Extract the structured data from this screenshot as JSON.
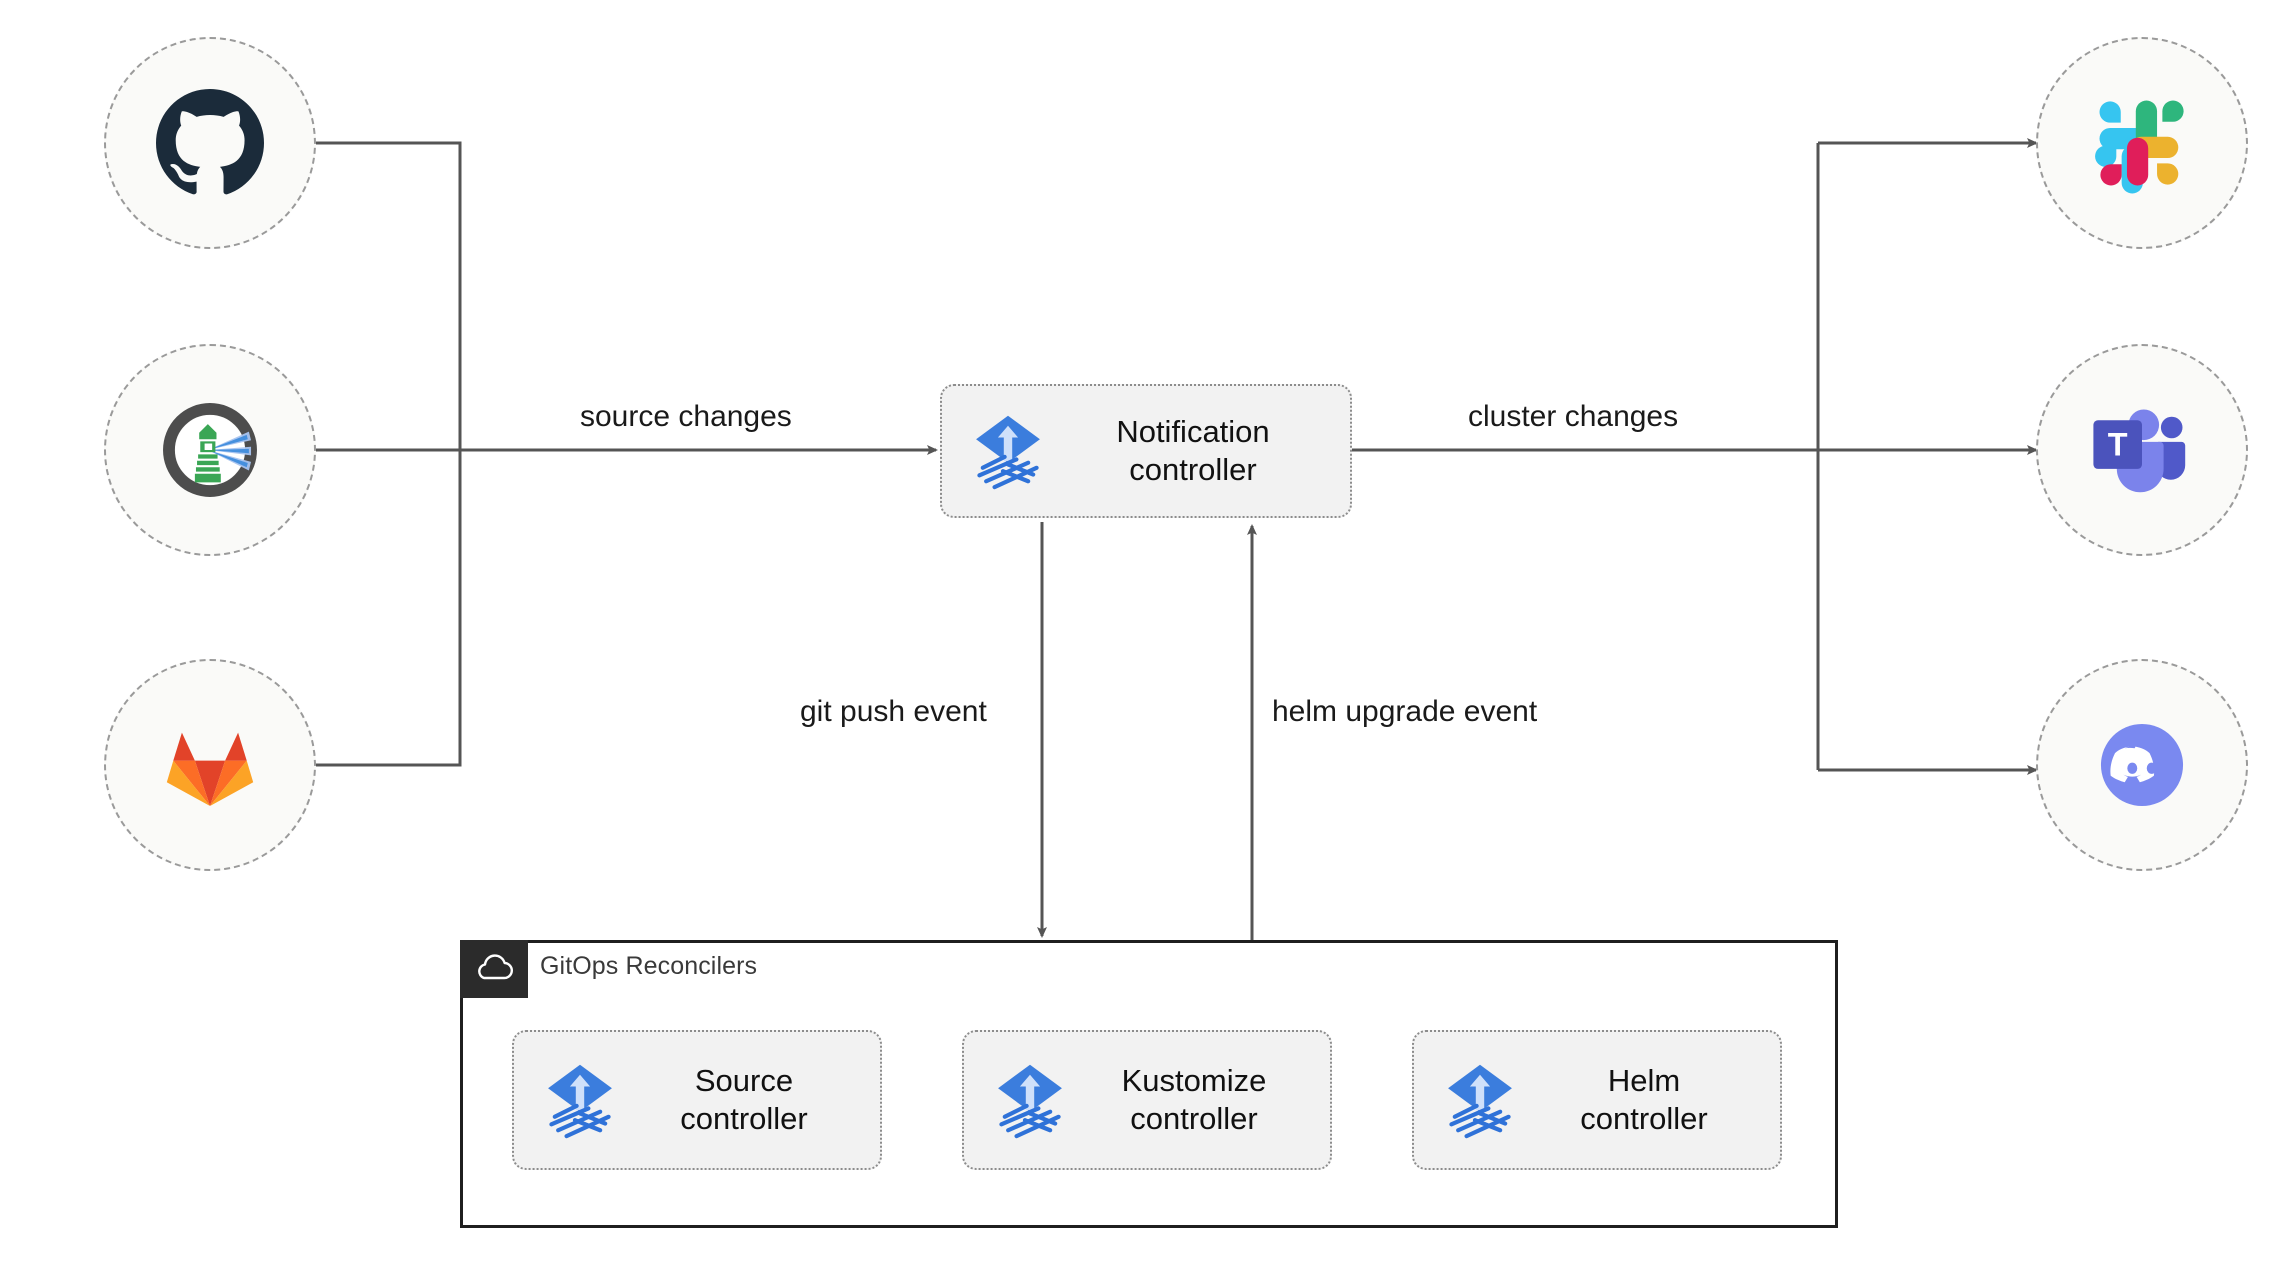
{
  "diagram": {
    "title": "Flux notification controller architecture",
    "background": "#ffffff",
    "line_color": "#555555",
    "sources": [
      {
        "id": "github",
        "name": "GitHub",
        "icon": "github-icon",
        "color": "#1b2b3a"
      },
      {
        "id": "flux",
        "name": "Flux",
        "icon": "flux-lighthouse-icon",
        "color": "#326ce5"
      },
      {
        "id": "gitlab",
        "name": "GitLab",
        "icon": "gitlab-icon",
        "color": "#e24329"
      }
    ],
    "targets": [
      {
        "id": "slack",
        "name": "Slack",
        "icon": "slack-icon",
        "color": "#36c5f0"
      },
      {
        "id": "teams",
        "name": "Microsoft Teams",
        "icon": "microsoft-teams-icon",
        "color": "#4b53bc"
      },
      {
        "id": "discord",
        "name": "Discord",
        "icon": "discord-icon",
        "color": "#7289da"
      }
    ],
    "notification_controller": {
      "label": "Notification\ncontroller",
      "icon": "flux-icon",
      "fill": "#f2f2f2"
    },
    "container": {
      "title": "GitOps Reconcilers",
      "icon": "cloud-icon",
      "tab_color": "#2b2b2b",
      "border_color": "#1f1f1f"
    },
    "reconcilers": [
      {
        "id": "source-controller",
        "label": "Source\ncontroller",
        "icon": "flux-icon"
      },
      {
        "id": "kustomize-controller",
        "label": "Kustomize\ncontroller",
        "icon": "flux-icon"
      },
      {
        "id": "helm-controller",
        "label": "Helm\ncontroller",
        "icon": "flux-icon"
      }
    ],
    "edges": {
      "source_changes": "source changes",
      "cluster_changes": "cluster changes",
      "git_push_event": "git push event",
      "helm_upgrade_event": "helm upgrade event"
    }
  }
}
